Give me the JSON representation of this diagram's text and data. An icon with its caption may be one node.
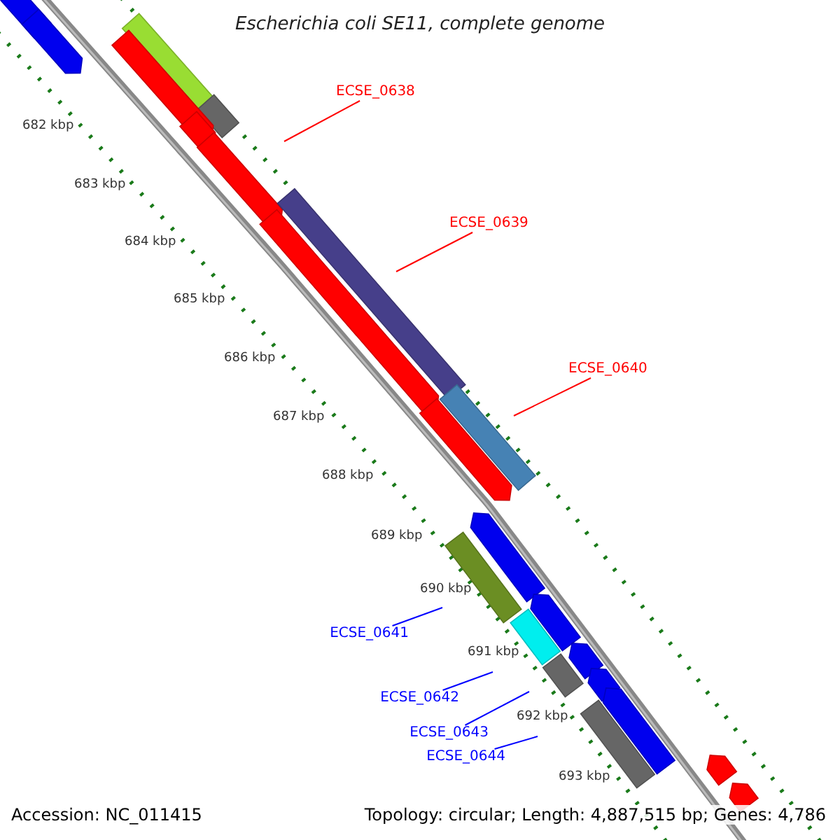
{
  "diagram": {
    "title": "Escherichia coli SE11, complete genome",
    "nodes": [
      {
        "text": [
          "ECSE_0638"
        ]
      },
      {
        "text": [
          "ECSE_0639"
        ]
      },
      {
        "text": [
          "ECSE_0640"
        ]
      },
      {
        "text": [
          "ECSE_0641"
        ]
      },
      {
        "text": [
          "ECSE_0642"
        ]
      },
      {
        "text": [
          "ECSE_0643"
        ]
      },
      {
        "text": [
          "ECSE_0644"
        ]
      }
    ],
    "edges": [
      {
        "from": 0,
        "to": null,
        "arrow": "none",
        "color": "#ff0000"
      },
      {
        "from": 1,
        "to": null,
        "arrow": "none",
        "color": "#ff0000"
      },
      {
        "from": 2,
        "to": null,
        "arrow": "none",
        "color": "#ff0000"
      },
      {
        "from": 3,
        "to": null,
        "arrow": "none"
      },
      {
        "from": 4,
        "to": null,
        "arrow": "none"
      },
      {
        "from": 5,
        "to": null,
        "arrow": "none"
      },
      {
        "from": 6,
        "to": null,
        "arrow": "none"
      }
    ],
    "labels": [
      "682 kbp",
      "683 kbp",
      "684 kbp",
      "685 kbp",
      "686 kbp",
      "687 kbp",
      "688 kbp",
      "689 kbp",
      "690 kbp",
      "691 kbp",
      "692 kbp",
      "693 kbp",
      "Accession: NC_011415",
      "Topology: circular; Length: 4,887,515 bp; Genes: 4,786"
    ]
  }
}
